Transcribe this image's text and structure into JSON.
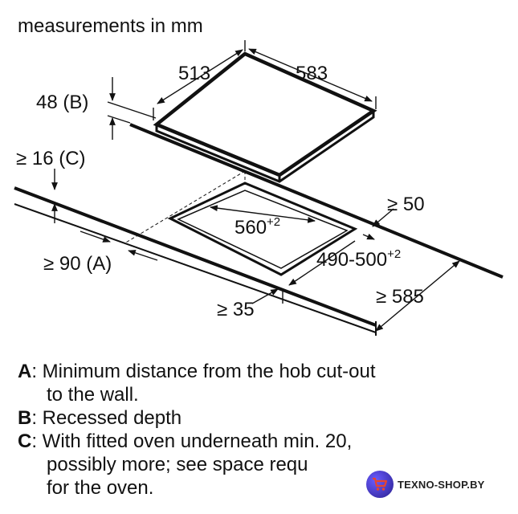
{
  "header": {
    "title": "measurements in mm"
  },
  "dimensions": {
    "hob_depth": "513",
    "hob_width": "583",
    "recess_depth": "48 (B)",
    "min_under": "≥ 16 (C)",
    "cutout_width": "560",
    "cutout_width_tol": "+2",
    "cutout_depth": "490-500",
    "cutout_depth_tol": "+2",
    "min_rear": "≥ 50",
    "min_wall": "≥ 90 (A)",
    "min_front": "≥ 35",
    "worktop_depth": "≥ 585"
  },
  "legend": [
    {
      "key": "A",
      "lines": [
        ": Minimum distance from the hob cut-out",
        "to the wall."
      ]
    },
    {
      "key": "B",
      "lines": [
        ": Recessed depth"
      ]
    },
    {
      "key": "C",
      "lines": [
        ": With fitted oven underneath min. 20,",
        "possibly more; see space requ",
        "for the oven."
      ]
    }
  ],
  "watermark": {
    "text": "TEXNO-SHOP.BY"
  },
  "colors": {
    "line": "#111111",
    "badge": "#3b2fd0",
    "cart": "#e8442e"
  }
}
